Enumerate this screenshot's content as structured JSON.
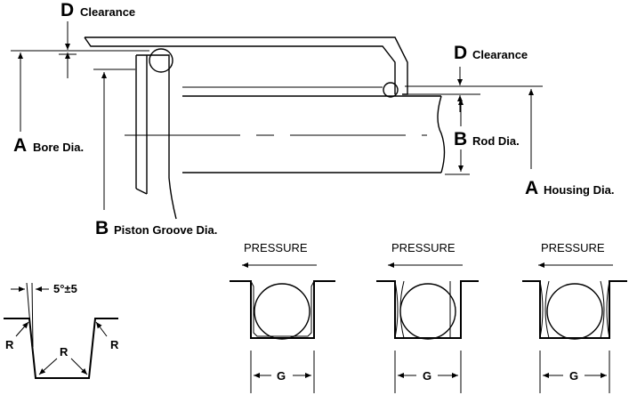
{
  "labels": {
    "d_letter": "D",
    "clearance": "Clearance",
    "a_letter": "A",
    "bore_dia": "Bore Dia.",
    "housing_dia": "Housing Dia.",
    "b_letter": "B",
    "rod_dia": "Rod Dia.",
    "piston_groove_dia": "Piston Groove  Dia."
  },
  "groove_detail": {
    "angle": "5°±5",
    "r": "R"
  },
  "pressure_views": [
    {
      "caption": "PRESSURE",
      "width_label": "G"
    },
    {
      "caption": "PRESSURE",
      "width_label": "G"
    },
    {
      "caption": "PRESSURE",
      "width_label": "G"
    }
  ]
}
